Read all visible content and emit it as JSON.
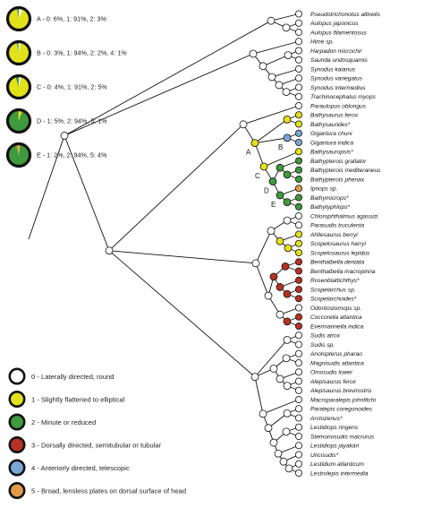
{
  "colors": {
    "state_0": "#ffffff",
    "state_1": "#e2e21a",
    "state_2": "#3e9a3c",
    "state_3": "#b53224",
    "state_4": "#7aa6d6",
    "state_5": "#e19a4a",
    "outline": "#111111"
  },
  "pies": [
    {
      "label": "A - 0: 6%, 1: 91%, 2: 3%",
      "shares": [
        {
          "state": 0,
          "pct": 6
        },
        {
          "state": 1,
          "pct": 91
        },
        {
          "state": 2,
          "pct": 3
        }
      ]
    },
    {
      "label": "B - 0: 3%, 1: 94%, 2: 2%, 4: 1%",
      "shares": [
        {
          "state": 0,
          "pct": 3
        },
        {
          "state": 1,
          "pct": 94
        },
        {
          "state": 2,
          "pct": 2
        },
        {
          "state": 4,
          "pct": 1
        }
      ]
    },
    {
      "label": "C - 0: 4%, 1: 91%, 2: 5%",
      "shares": [
        {
          "state": 0,
          "pct": 4
        },
        {
          "state": 1,
          "pct": 91
        },
        {
          "state": 2,
          "pct": 5
        }
      ]
    },
    {
      "label": "D - 1: 5%, 2: 94%, 5: 1%",
      "shares": [
        {
          "state": 1,
          "pct": 5
        },
        {
          "state": 2,
          "pct": 94
        },
        {
          "state": 5,
          "pct": 1
        }
      ]
    },
    {
      "label": "E - 1: 2%, 2: 94%, 5: 4%",
      "shares": [
        {
          "state": 1,
          "pct": 2
        },
        {
          "state": 2,
          "pct": 94
        },
        {
          "state": 5,
          "pct": 4
        }
      ]
    }
  ],
  "legend": [
    {
      "state": 0,
      "label": "0 - Laterally directed, round"
    },
    {
      "state": 1,
      "label": "1 - Slightly flattened to elliptical"
    },
    {
      "state": 2,
      "label": "2 - Minute or reduced"
    },
    {
      "state": 3,
      "label": "3 - Dorsally directed, semitubular or tubular"
    },
    {
      "state": 4,
      "label": "4 - Anteriorly directed, telescopic"
    },
    {
      "state": 5,
      "label": "5 - Broad, lensless plates on dorsal surface of head"
    }
  ],
  "node_letters": [
    "A",
    "B",
    "C",
    "D",
    "E"
  ],
  "taxa": [
    {
      "name": "Pseudotrichonotus altivelis",
      "state": 0
    },
    {
      "name": "Aulopus japonicus",
      "state": 0
    },
    {
      "name": "Aulopus filamentosus",
      "state": 0
    },
    {
      "name": "Hime sp.",
      "state": 0
    },
    {
      "name": "Harpadon microchir",
      "state": 0
    },
    {
      "name": "Saurida undosquamis",
      "state": 0
    },
    {
      "name": "Synodus kaianus",
      "state": 0
    },
    {
      "name": "Synodus variegatus",
      "state": 0
    },
    {
      "name": "Synodus intermedius",
      "state": 0
    },
    {
      "name": "Trachinocephalus myops",
      "state": 0
    },
    {
      "name": "Paraulopus oblongus",
      "state": 0
    },
    {
      "name": "Bathysaurus ferox",
      "state": 1
    },
    {
      "name": "Bathysaurides*",
      "state": 1
    },
    {
      "name": "Gigantura chuni",
      "state": 4
    },
    {
      "name": "Gigantura indica",
      "state": 4
    },
    {
      "name": "Bathysauropsis*",
      "state": 1
    },
    {
      "name": "Bathypterois grallator",
      "state": 2
    },
    {
      "name": "Bathypterois mediteraneus",
      "state": 2
    },
    {
      "name": "Bathypterois phenax",
      "state": 2
    },
    {
      "name": "Ipnops sp.",
      "state": 5
    },
    {
      "name": "Bathymicrops*",
      "state": 2
    },
    {
      "name": "Bathytyphlops*",
      "state": 2
    },
    {
      "name": "Chlorophthalmus agassizi",
      "state": 0
    },
    {
      "name": "Parasudis truculenta",
      "state": 0
    },
    {
      "name": "Ahliesaurus berryi",
      "state": 1
    },
    {
      "name": "Scopelosaurus harryi",
      "state": 1
    },
    {
      "name": "Scopelosaurus lepidus",
      "state": 1
    },
    {
      "name": "Benthalbella dentata",
      "state": 3
    },
    {
      "name": "Benthalbella macropinna",
      "state": 3
    },
    {
      "name": "Rosenblattichthys*",
      "state": 3
    },
    {
      "name": "Scopelarchus sp.",
      "state": 3
    },
    {
      "name": "Scopelarchoides*",
      "state": 3
    },
    {
      "name": "Odontostomops sp.",
      "state": 0
    },
    {
      "name": "Coccorella atlantica",
      "state": 3
    },
    {
      "name": "Evermannella indica",
      "state": 3
    },
    {
      "name": "Sudis atrox",
      "state": 0
    },
    {
      "name": "Sudis sp.",
      "state": 0
    },
    {
      "name": "Anotopterus pharao",
      "state": 0
    },
    {
      "name": "Magnisudis atlantica",
      "state": 0
    },
    {
      "name": "Omosudis lowei",
      "state": 0
    },
    {
      "name": "Alepisaurus ferox",
      "state": 0
    },
    {
      "name": "Alepisaurus brevirostris",
      "state": 0
    },
    {
      "name": "Macroparalepis johnfitchi",
      "state": 0
    },
    {
      "name": "Paralepis coregonoides",
      "state": 0
    },
    {
      "name": "Arctozenus*",
      "state": 0
    },
    {
      "name": "Lestidiops ringens",
      "state": 0
    },
    {
      "name": "Stemonosudis macrurus",
      "state": 0
    },
    {
      "name": "Lestidiops jayakari",
      "state": 0
    },
    {
      "name": "Uncisudis*",
      "state": 0
    },
    {
      "name": "Lestidium atlanticum",
      "state": 0
    },
    {
      "name": "Lestrolepis intermedia",
      "state": 0
    }
  ]
}
